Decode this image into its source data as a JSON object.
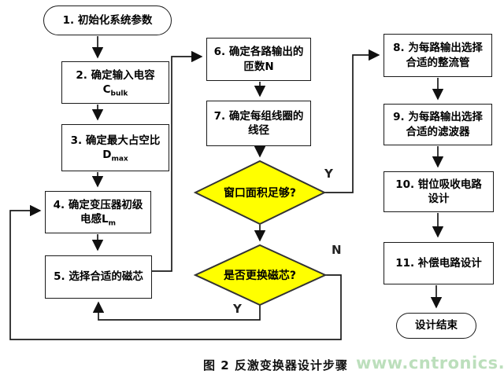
{
  "figure": {
    "caption": "图 2 反激变换器设计步骤",
    "watermark": "www.cntronics.com"
  },
  "colors": {
    "decision_fill": "#ffff00",
    "decision_stroke": "#333333",
    "line": "#1a1a1a",
    "watermark": "#bcdfbc"
  },
  "nodes": {
    "start": {
      "label": "1. 初始化系统参数"
    },
    "step2": {
      "line1": "2. 确定输入电容",
      "sym": "C",
      "sub": "bulk"
    },
    "step3": {
      "line1": "3. 确定最大占空比",
      "sym": "D",
      "sub": "max"
    },
    "step4": {
      "line1": "4. 确定变压器初级",
      "line2": "电感L",
      "sub": "m"
    },
    "step5": {
      "label": "5. 选择合适的磁芯"
    },
    "step6": {
      "line1": "6. 确定各路输出的",
      "line2": "匝数N"
    },
    "step7": {
      "line1": "7. 确定每组线圈的",
      "line2": "线径"
    },
    "decision1": {
      "label": "窗口面积足够?"
    },
    "decision2": {
      "label": "是否更换磁芯?"
    },
    "step8": {
      "line1": "8. 为每路输出选择",
      "line2": "合适的整流管"
    },
    "step9": {
      "line1": "9. 为每路输出选择",
      "line2": "合适的滤波器"
    },
    "step10": {
      "line1": "10. 钳位吸收电路",
      "line2": "设计"
    },
    "step11": {
      "label": "11. 补偿电路设计"
    },
    "end": {
      "label": "设计结束"
    }
  },
  "edge_labels": {
    "d1_yes": "Y",
    "d2_no": "N",
    "d2_yes": "Y"
  }
}
